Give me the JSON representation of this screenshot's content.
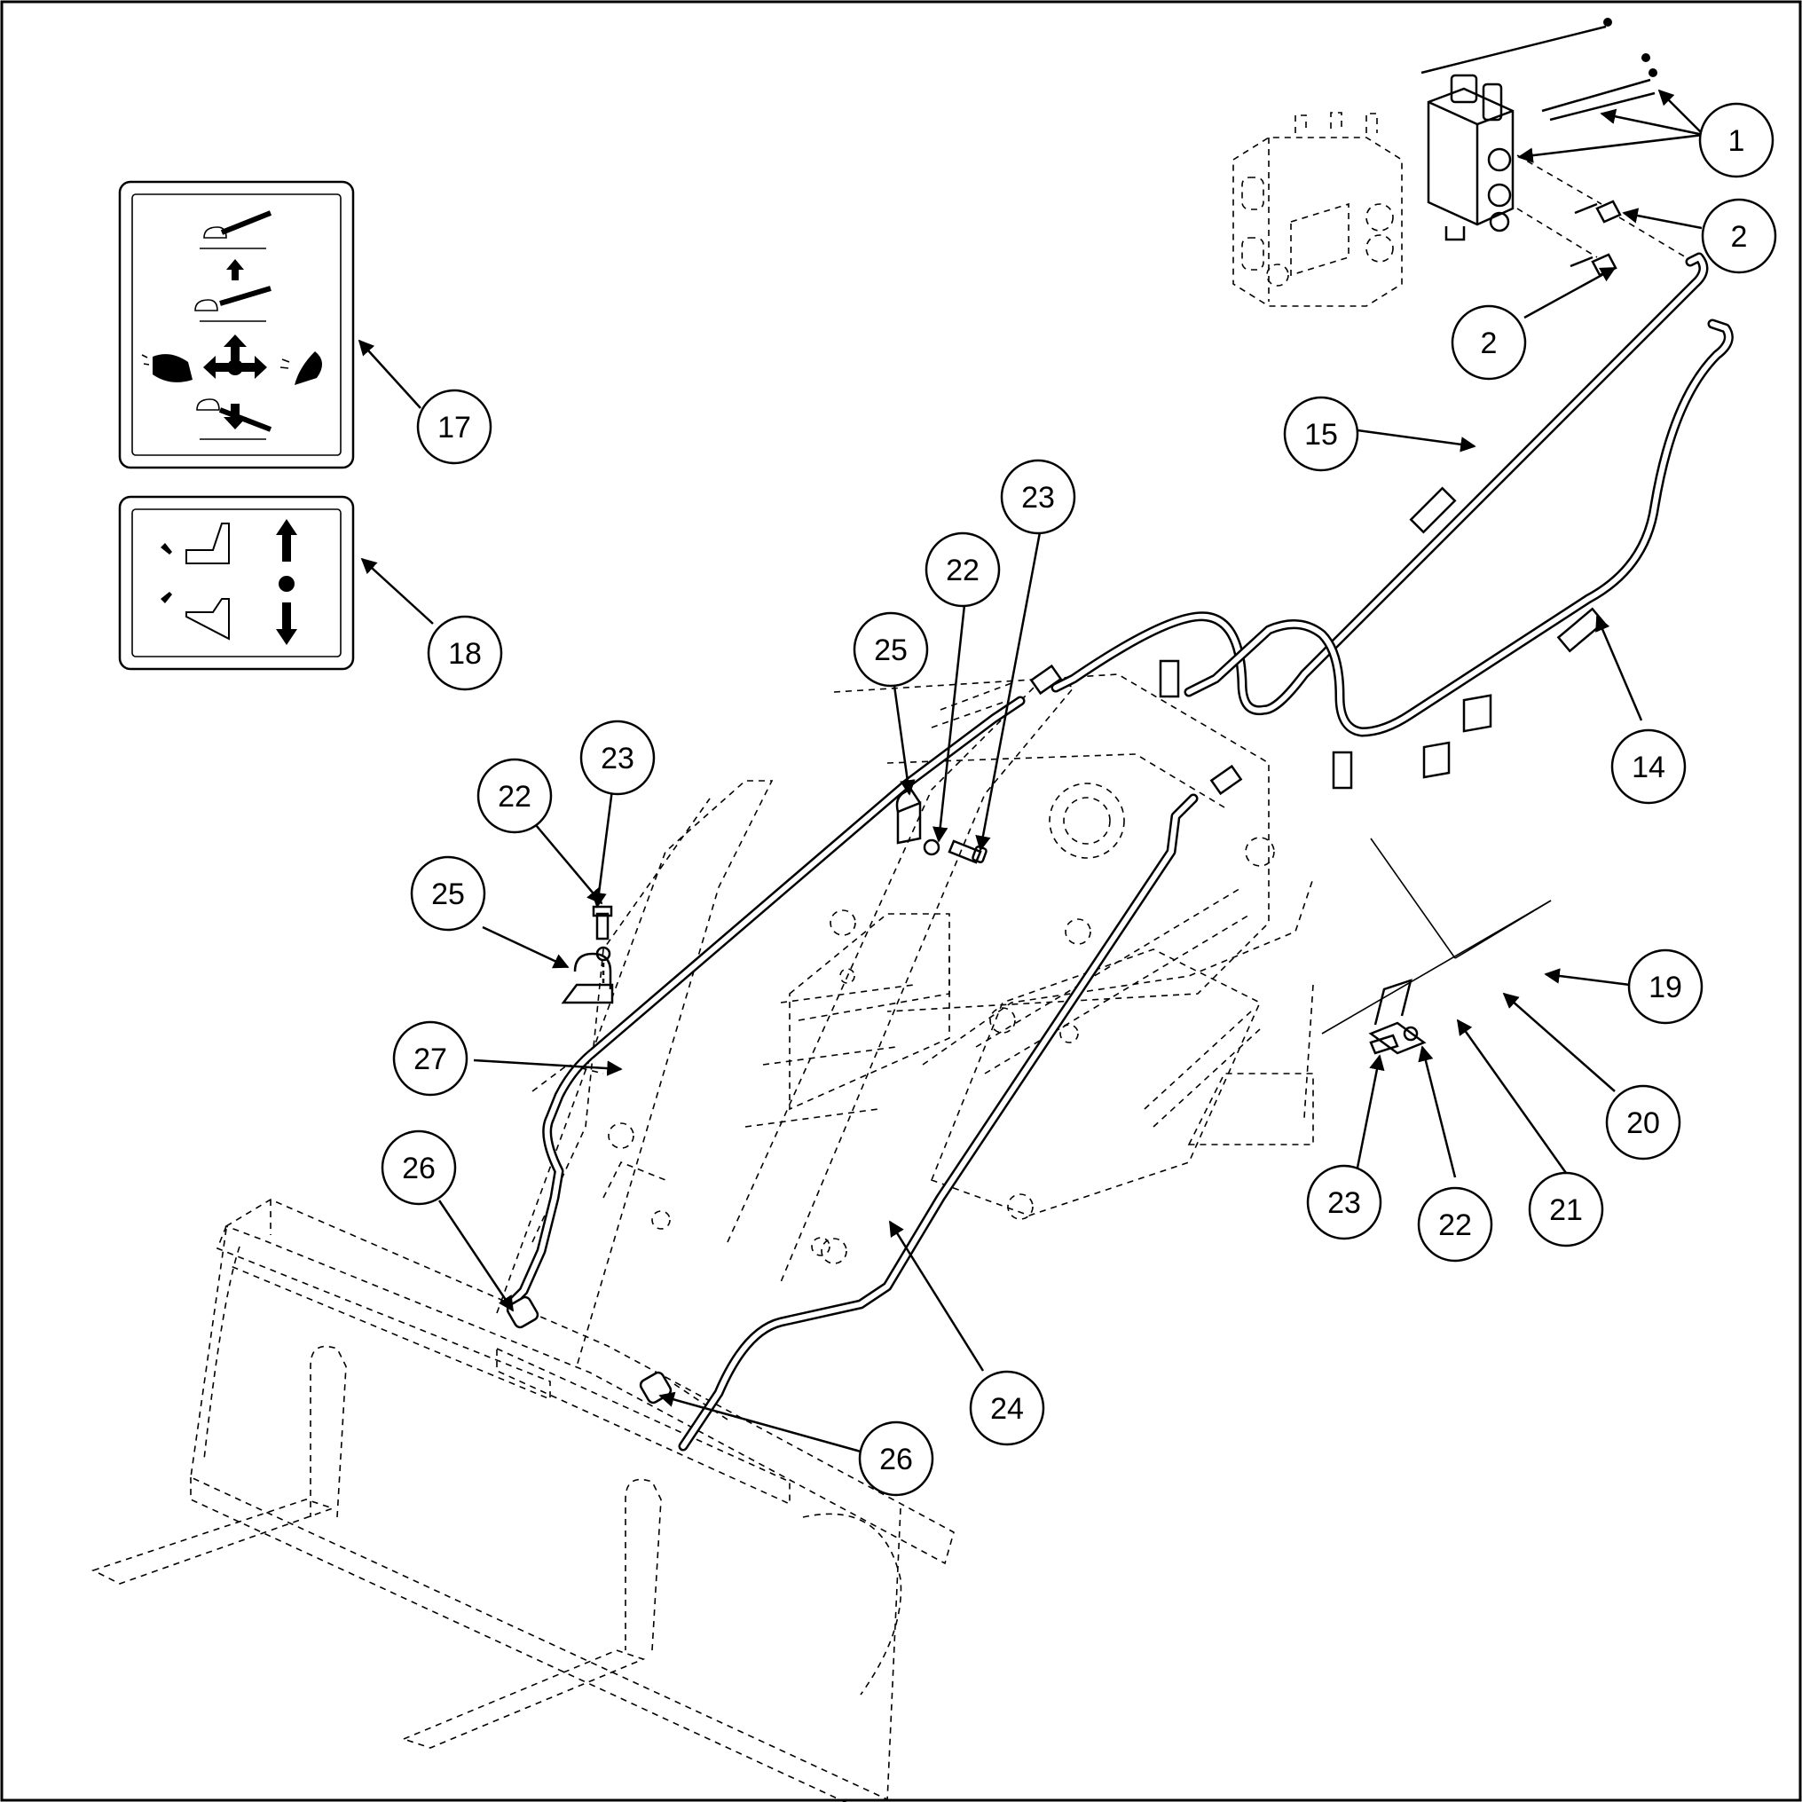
{
  "diagram": {
    "callouts": [
      {
        "id": "c1",
        "label": "1"
      },
      {
        "id": "c2a",
        "label": "2"
      },
      {
        "id": "c2b",
        "label": "2"
      },
      {
        "id": "c14",
        "label": "14"
      },
      {
        "id": "c15",
        "label": "15"
      },
      {
        "id": "c17",
        "label": "17"
      },
      {
        "id": "c18",
        "label": "18"
      },
      {
        "id": "c19",
        "label": "19"
      },
      {
        "id": "c20",
        "label": "20"
      },
      {
        "id": "c21",
        "label": "21"
      },
      {
        "id": "c22a",
        "label": "22"
      },
      {
        "id": "c22b",
        "label": "22"
      },
      {
        "id": "c22c",
        "label": "22"
      },
      {
        "id": "c23a",
        "label": "23"
      },
      {
        "id": "c23b",
        "label": "23"
      },
      {
        "id": "c23c",
        "label": "23"
      },
      {
        "id": "c24",
        "label": "24"
      },
      {
        "id": "c25a",
        "label": "25"
      },
      {
        "id": "c25b",
        "label": "25"
      },
      {
        "id": "c26a",
        "label": "26"
      },
      {
        "id": "c26b",
        "label": "26"
      },
      {
        "id": "c27",
        "label": "27"
      }
    ]
  }
}
